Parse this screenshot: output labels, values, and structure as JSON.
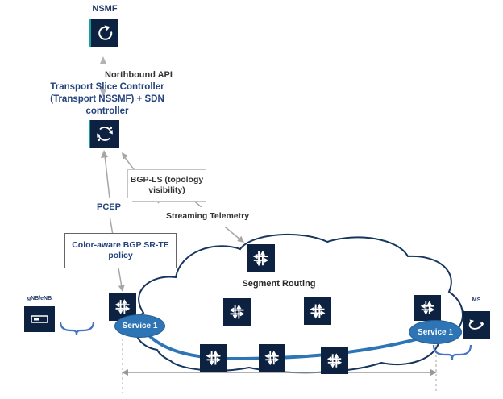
{
  "top": {
    "nsmf_label": "NSMF",
    "northbound_api": "Northbound API"
  },
  "controller": {
    "line1": "Transport Slice Controller",
    "line2": "(Transport NSSMF) + SDN",
    "line3": "controller"
  },
  "protocols": {
    "pcep": "PCEP",
    "bgp_ls_line1": "BGP-LS (topology",
    "bgp_ls_line2": "visibility)",
    "streaming_telemetry": "Streaming Telemetry",
    "color_aware_line1": "Color-aware BGP SR-TE",
    "color_aware_line2": "policy"
  },
  "network": {
    "cloud_label": "Segment Routing",
    "service_left": "Service 1",
    "service_right": "Service 1"
  },
  "endpoints": {
    "left_label": "gNB/eNB",
    "right_label": "MS"
  },
  "colors": {
    "navy_node": "#0d2240",
    "blue_text": "#24437c",
    "service_blue": "#2e75b6",
    "bracket_blue": "#4472c4",
    "arrow_gray": "#a6a6a6",
    "cloud_outline": "#17365d",
    "teal_accent": "#16a0a0"
  }
}
